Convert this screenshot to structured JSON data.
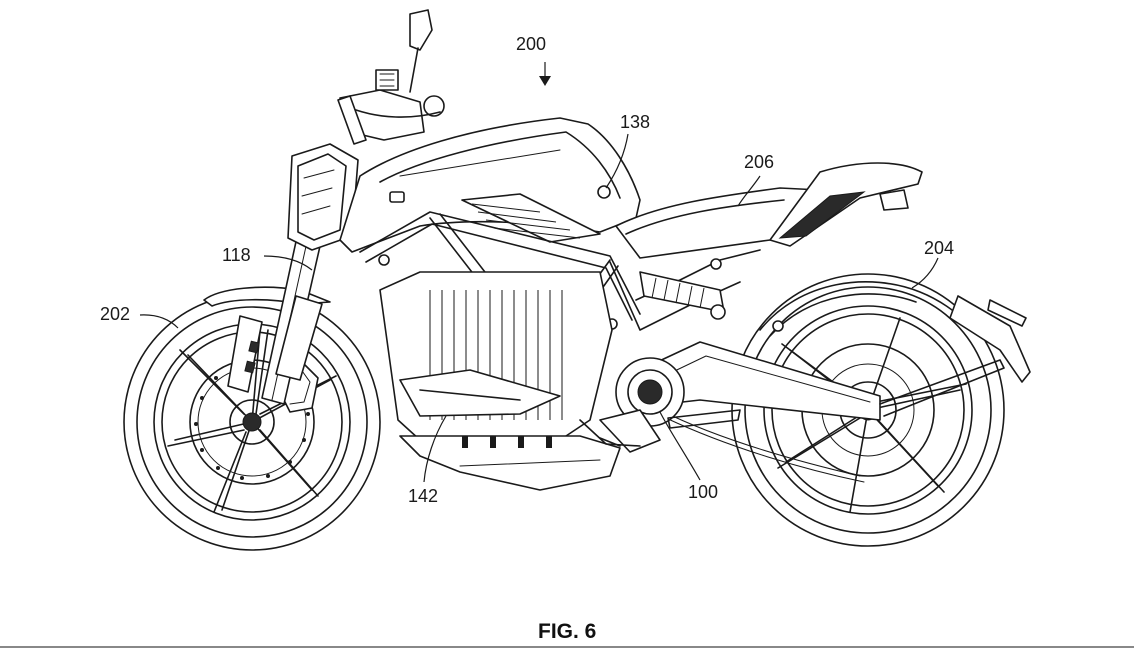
{
  "figure": {
    "caption": "FIG. 6",
    "labels": {
      "motorcycle": "200",
      "tank_cover": "138",
      "seat": "206",
      "fork": "118",
      "front_wheel": "202",
      "rear_wheel": "204",
      "battery_housing": "142",
      "motor": "100"
    }
  },
  "colors": {
    "line": "#1a1a1a",
    "background": "#ffffff"
  }
}
